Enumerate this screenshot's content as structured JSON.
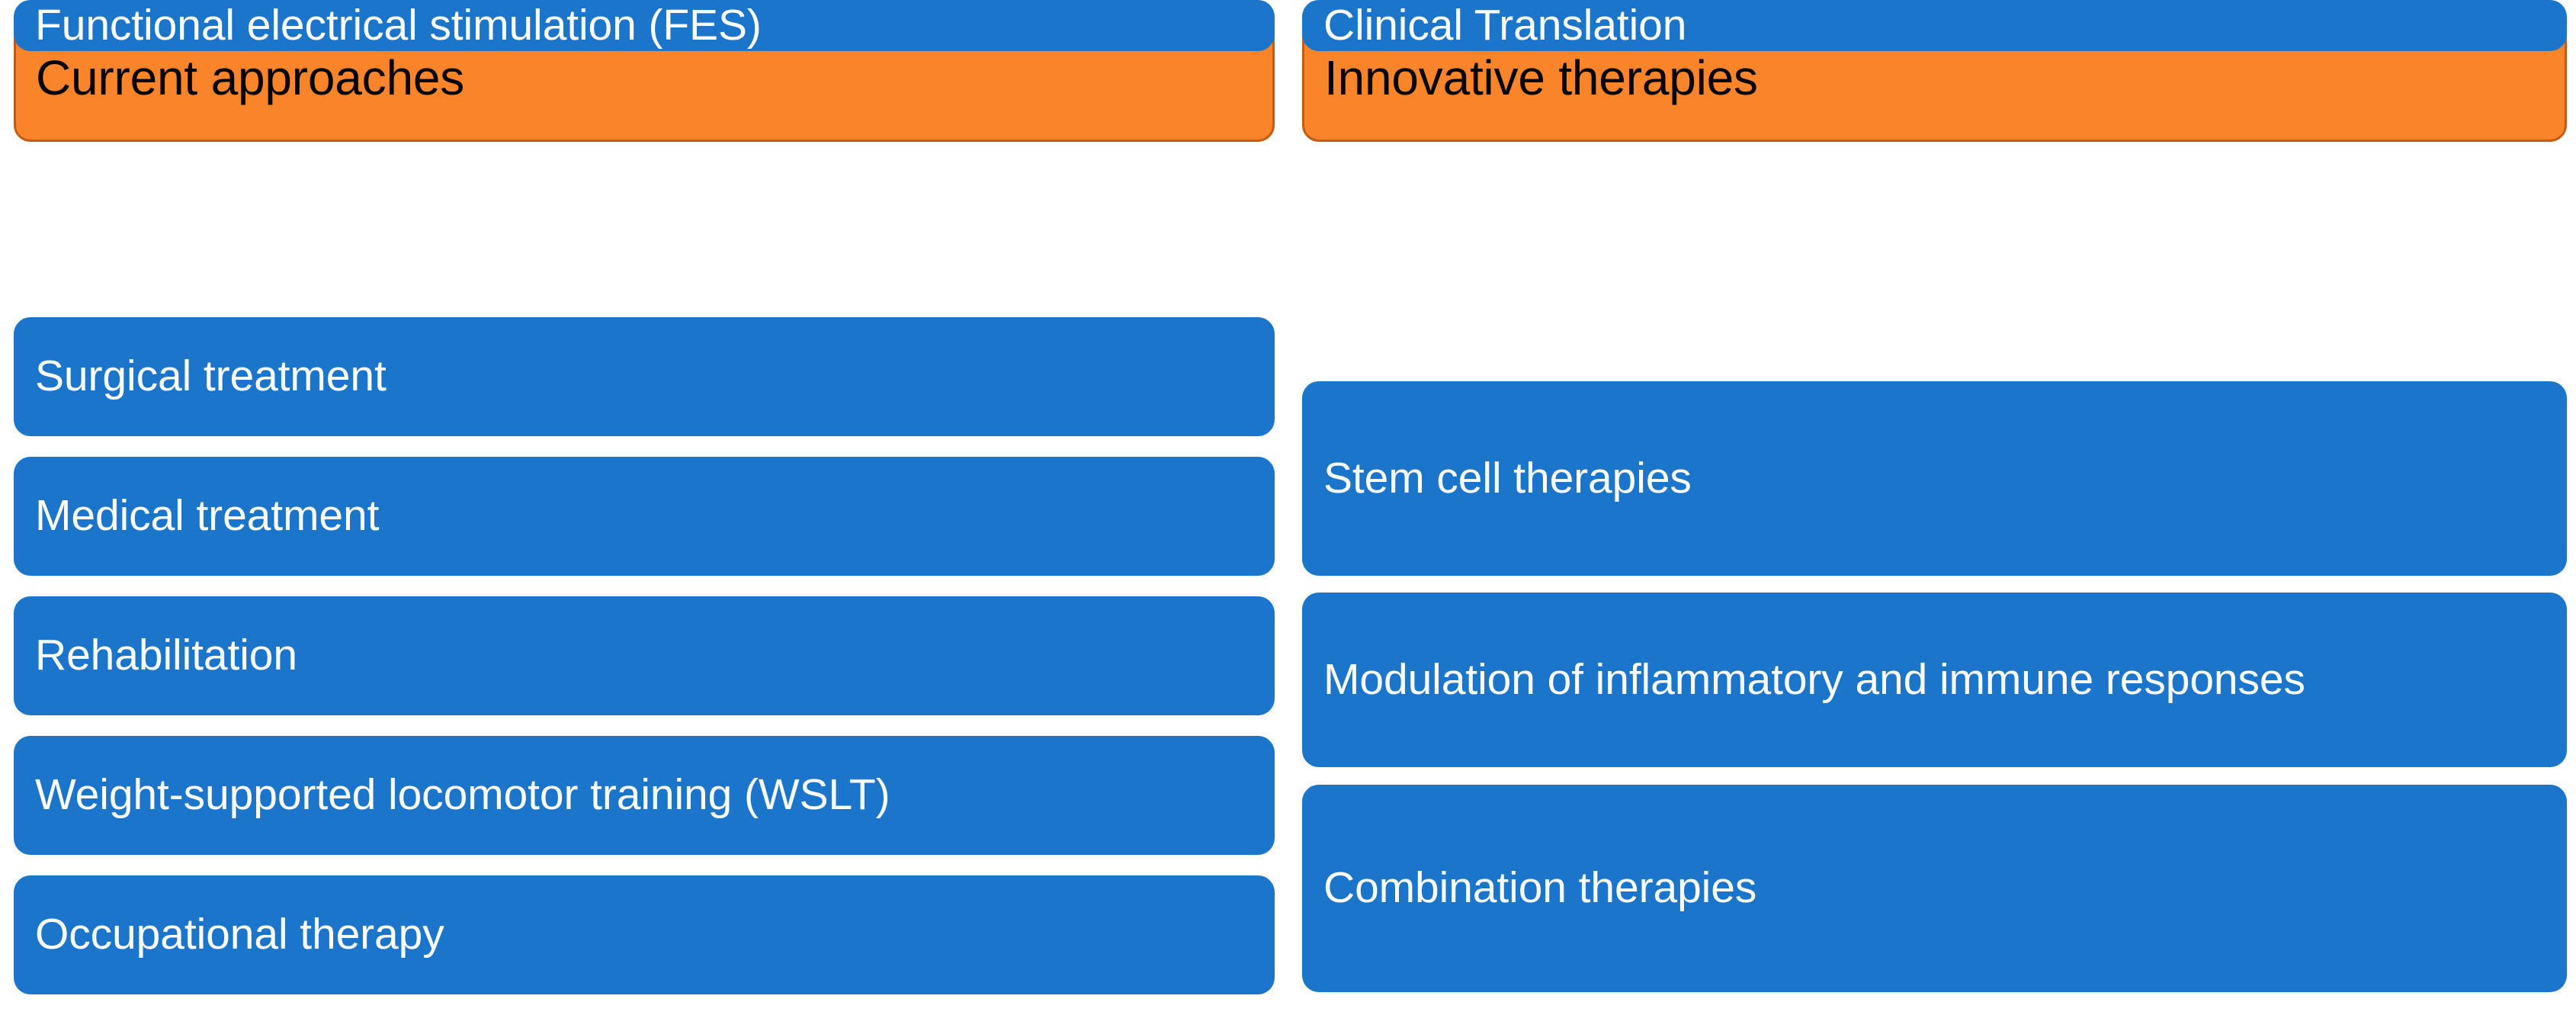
{
  "columns": [
    {
      "id": "current-approaches",
      "header": "Current approaches",
      "header_bg": "#F98429",
      "header_border": "#C4590F",
      "header_text_color": "#000000",
      "item_bg": "#1B75CB",
      "item_text_color": "#FFFFFF",
      "items": [
        {
          "label": "Surgical treatment"
        },
        {
          "label": "Medical treatment"
        },
        {
          "label": "Rehabilitation"
        },
        {
          "label": "Weight-supported locomotor training (WSLT)"
        },
        {
          "label": "Occupational therapy"
        },
        {
          "label": "Functional electrical stimulation (FES)"
        }
      ]
    },
    {
      "id": "innovative-therapies",
      "header": "Innovative therapies",
      "header_bg": "#F98429",
      "header_border": "#C4590F",
      "header_text_color": "#000000",
      "item_bg": "#1B75CB",
      "item_text_color": "#FFFFFF",
      "items": [
        {
          "label": "Stem cell therapies"
        },
        {
          "label": "Modulation of inflammatory and immune responses"
        },
        {
          "label": "Combination therapies"
        },
        {
          "label": "Clinical Translation"
        }
      ]
    }
  ]
}
